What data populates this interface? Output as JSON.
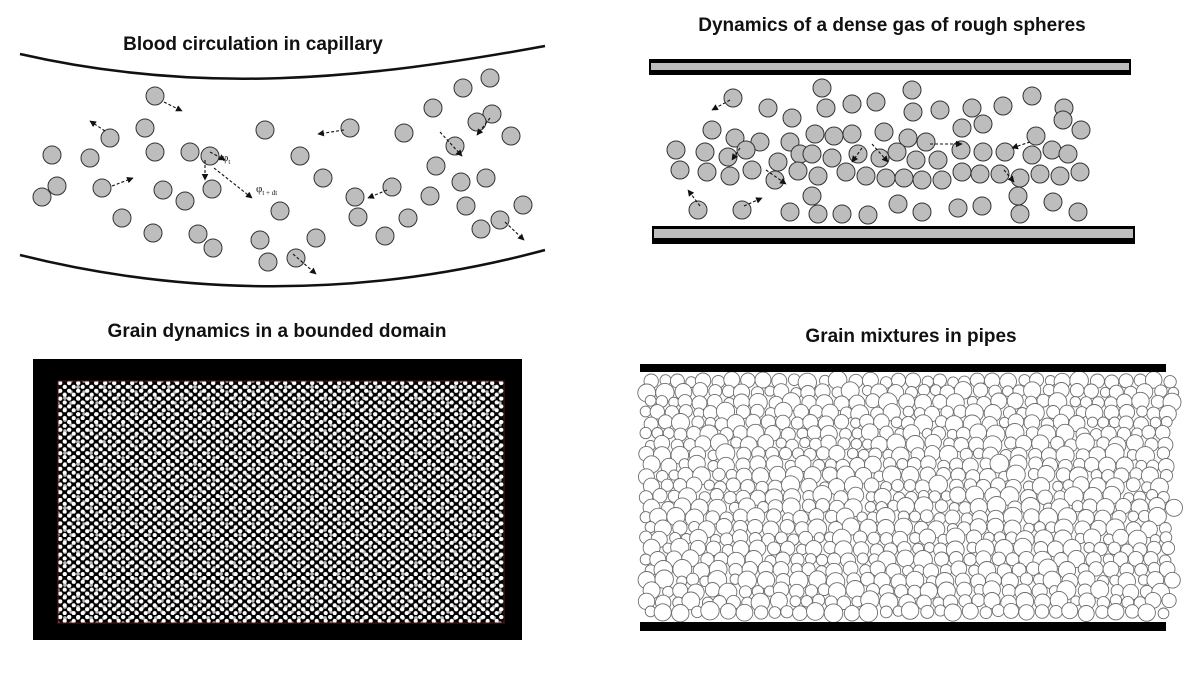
{
  "panels": [
    {
      "title": "Blood circulation in capillary"
    },
    {
      "title": "Dynamics of a dense gas of rough spheres"
    },
    {
      "title": "Grain dynamics in a bounded domain"
    },
    {
      "title": "Grain mixtures in pipes"
    }
  ],
  "annotations": {
    "phi_t": "φ",
    "phi_t_sub": "t",
    "phi_tdt": "φ",
    "phi_tdt_sub": "t + dt"
  },
  "colors": {
    "particle_fill": "#bdbdbd",
    "particle_stroke": "#333333",
    "domain_bg": "#000000",
    "tile_fill": "#ffffff",
    "wall": "#000000",
    "wall_gray": "#bdbdbd"
  }
}
